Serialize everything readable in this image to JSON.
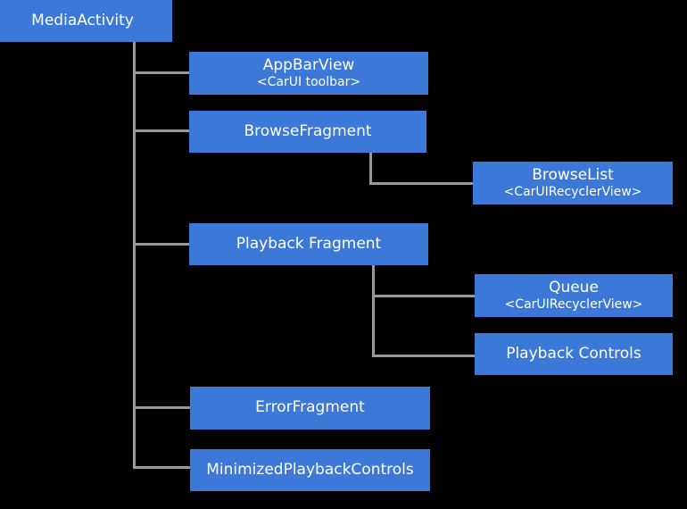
{
  "diagram": {
    "background_color": "#000000",
    "node_color": "#3c78d8",
    "node_text_color": "#ffffff",
    "connector_color": "#999999",
    "nodes": [
      {
        "id": "media-activity",
        "title": "MediaActivity",
        "subtitle": ""
      },
      {
        "id": "app-bar-view",
        "title": "AppBarView",
        "subtitle": "<CarUI toolbar>"
      },
      {
        "id": "browse-fragment",
        "title": "BrowseFragment",
        "subtitle": ""
      },
      {
        "id": "browse-list",
        "title": "BrowseList",
        "subtitle": "<CarUIRecyclerView>"
      },
      {
        "id": "playback-fragment",
        "title": "Playback Fragment",
        "subtitle": ""
      },
      {
        "id": "queue",
        "title": "Queue",
        "subtitle": "<CarUIRecyclerView>"
      },
      {
        "id": "playback-controls",
        "title": "Playback Controls",
        "subtitle": ""
      },
      {
        "id": "error-fragment",
        "title": "ErrorFragment",
        "subtitle": ""
      },
      {
        "id": "minimized-playback-controls",
        "title": "MinimizedPlaybackControls",
        "subtitle": ""
      }
    ]
  }
}
